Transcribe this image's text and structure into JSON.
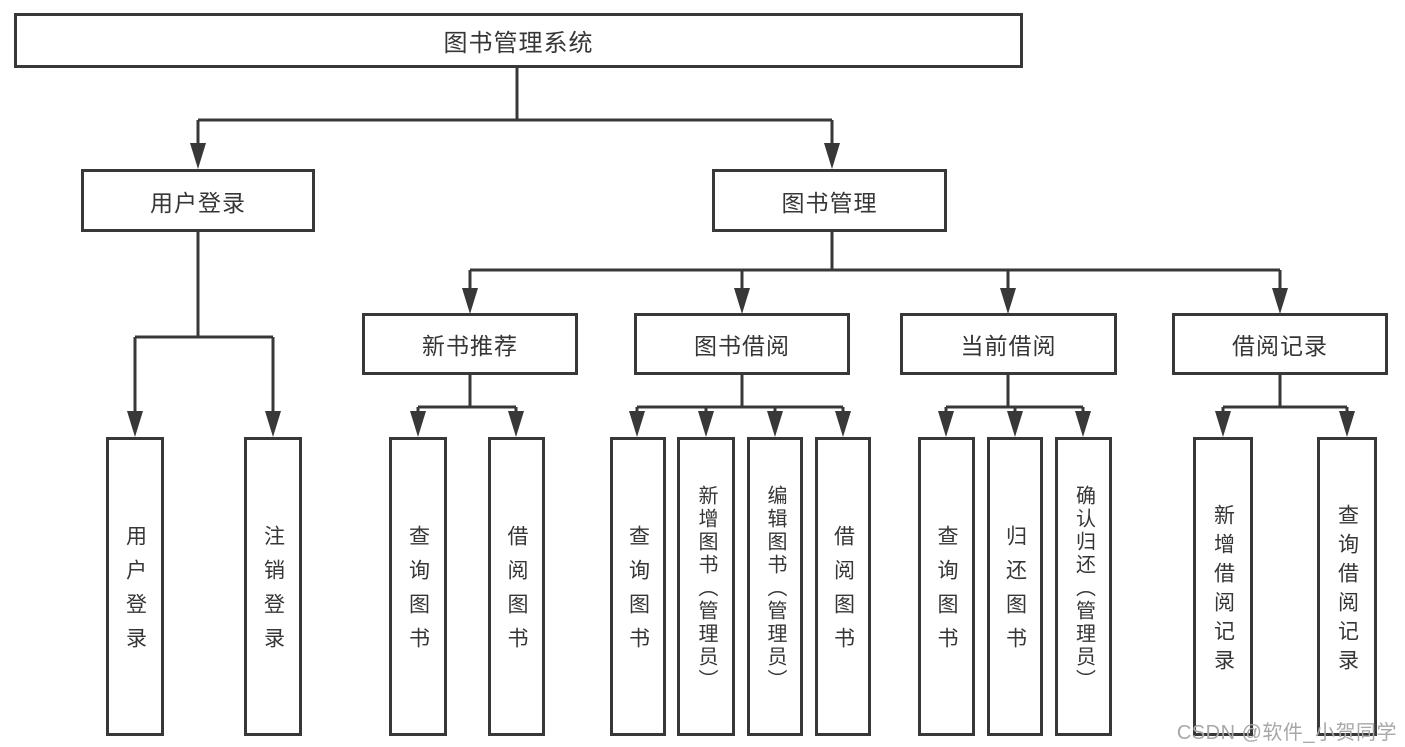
{
  "diagram": {
    "root": {
      "label": "图书管理系统"
    },
    "level2": [
      {
        "label": "用户登录"
      },
      {
        "label": "图书管理"
      }
    ],
    "level3": [
      {
        "label": "新书推荐"
      },
      {
        "label": "图书借阅"
      },
      {
        "label": "当前借阅"
      },
      {
        "label": "借阅记录"
      }
    ],
    "leaves": [
      {
        "label": "用户登录"
      },
      {
        "label": "注销登录"
      },
      {
        "label": "查询图书"
      },
      {
        "label": "借阅图书"
      },
      {
        "label": "查询图书"
      },
      {
        "label": "新增图书（管理员）"
      },
      {
        "label": "编辑图书（管理员）"
      },
      {
        "label": "借阅图书"
      },
      {
        "label": "查询图书"
      },
      {
        "label": "归还图书"
      },
      {
        "label": "确认归还（管理员）"
      },
      {
        "label": "新增借阅记录"
      },
      {
        "label": "查询借阅记录"
      }
    ],
    "watermark": "CSDN @软件_小贺同学",
    "colors": {
      "line": "#383838",
      "text": "#363636",
      "box_background": "#ffffff",
      "watermark": "#a8a8a8"
    }
  }
}
